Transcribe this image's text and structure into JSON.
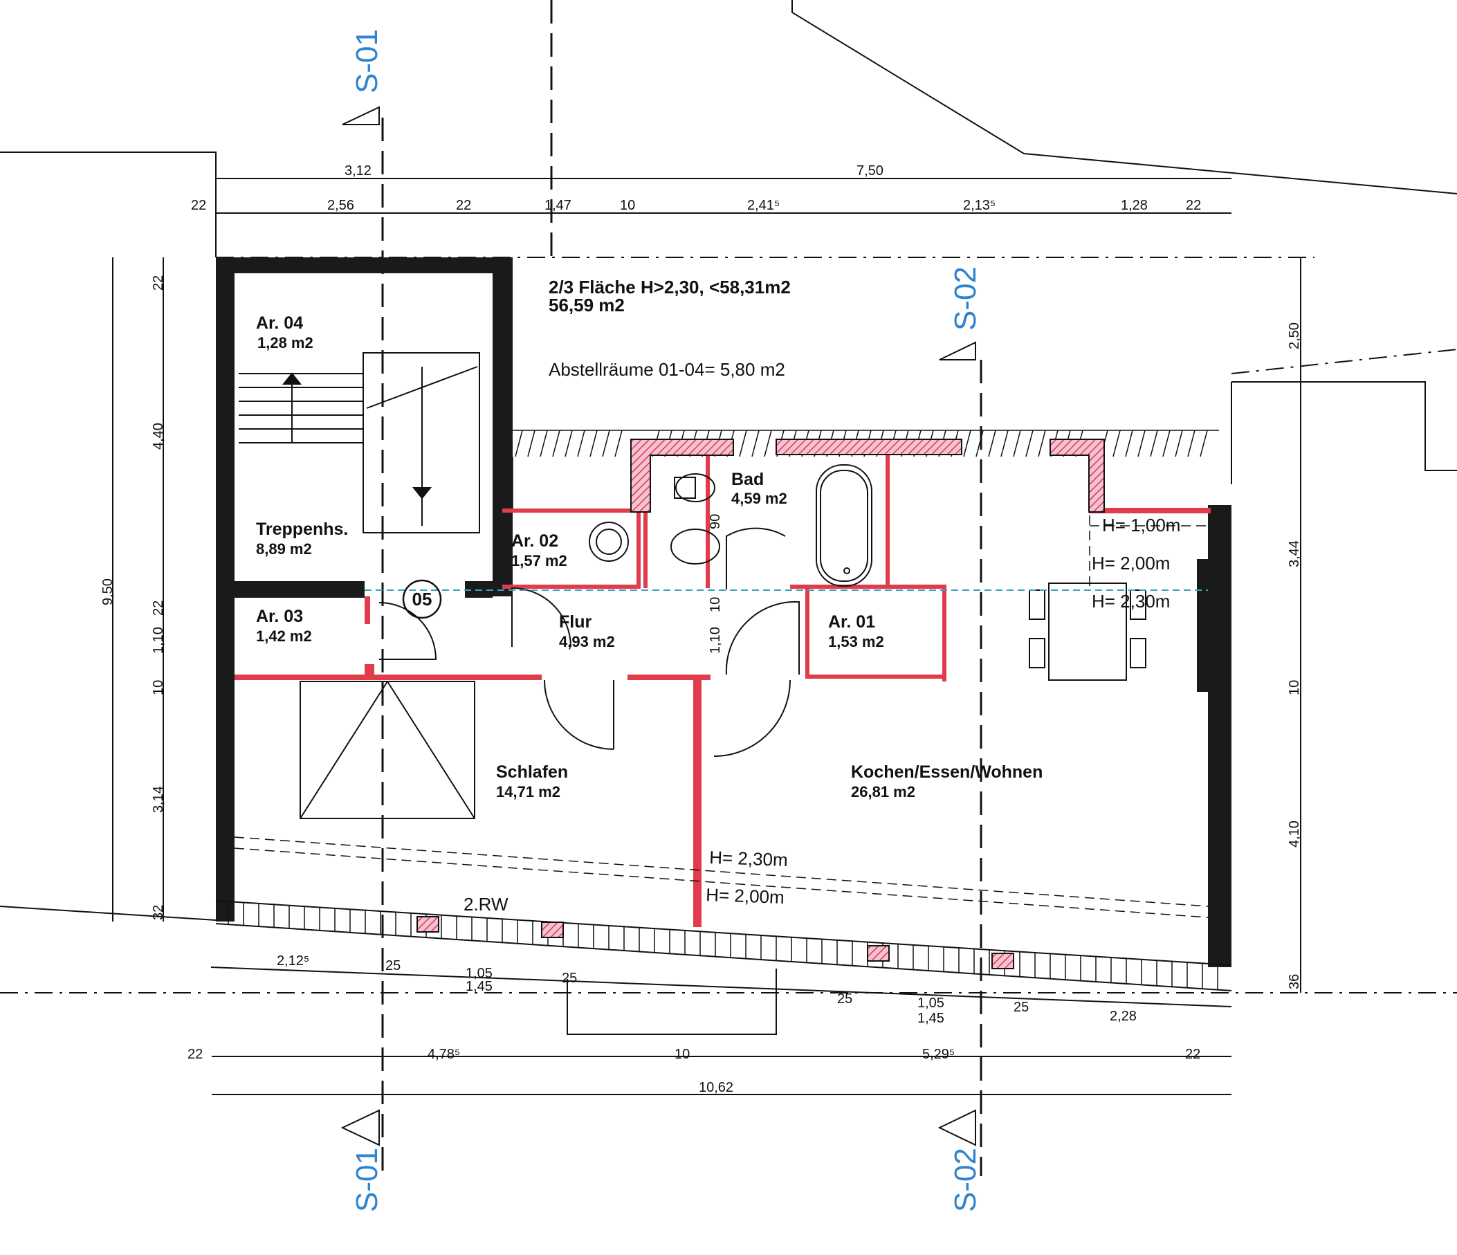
{
  "colors": {
    "wall": "#1a1a1a",
    "partition": "#e23b4b",
    "hatch": "#e86a8a",
    "section_marker": "#2f84cf",
    "dashed_line": "#3aa1c2"
  },
  "summary": {
    "line1": "2/3 Fläche H>2,30, <58,31m2",
    "line2": "56,59 m2",
    "storage": "Abstellräume 01-04= 5,80 m2"
  },
  "rooms": {
    "ar04": {
      "name": "Ar. 04",
      "area": "1,28 m2"
    },
    "treppenhaus": {
      "name": "Treppenhs.",
      "area": "8,89 m2"
    },
    "ar02": {
      "name": "Ar. 02",
      "area": "1,57 m2"
    },
    "bad": {
      "name": "Bad",
      "area": "4,59 m2"
    },
    "ar03": {
      "name": "Ar. 03",
      "area": "1,42 m2"
    },
    "flur": {
      "name": "Flur",
      "area": "4,93 m2"
    },
    "ar01": {
      "name": "Ar. 01",
      "area": "1,53 m2"
    },
    "schlafen": {
      "name": "Schlafen",
      "area": "14,71 m2"
    },
    "kochen": {
      "name": "Kochen/Essen/Wohnen",
      "area": "26,81 m2"
    }
  },
  "unit_number": "05",
  "window_label": "2.RW",
  "heights": {
    "h100": "H= 1,00m",
    "h200": "H= 2,00m",
    "h230": "H= 2,30m",
    "h230b": "H= 2,30m",
    "h200b": "H= 2,00m"
  },
  "sections": {
    "s01": "S-01",
    "s02": "S-02"
  },
  "dims_top": {
    "d312": "3,12",
    "d750": "7,50",
    "d22a": "22",
    "d256": "2,56",
    "d22b": "22",
    "d147": "1,47",
    "d10": "10",
    "d2415": "2,41⁵",
    "d2135": "2,13⁵",
    "d128": "1,28",
    "d22c": "22"
  },
  "dims_left": {
    "d22": "22",
    "d440": "4,40",
    "d950": "9,50",
    "d22b": "22",
    "d110": "1,10",
    "d10": "10",
    "d314": "3,14",
    "d32": "32"
  },
  "dims_right": {
    "d250": "2,50",
    "d344": "3,44",
    "d10": "10",
    "d410": "4,10",
    "d36": "36"
  },
  "dims_inner": {
    "d90": "90",
    "d10": "10",
    "d110": "1,10"
  },
  "dims_bottom": {
    "d2125": "2,12⁵",
    "d25a": "25",
    "d105a": "1,05",
    "d145a": "1,45",
    "d25b": "25",
    "d25c": "25",
    "d105b": "1,05",
    "d145b": "1,45",
    "d25d": "25",
    "d228": "2,28",
    "d22a": "22",
    "d4785": "4,78⁵",
    "d10": "10",
    "d5295": "5,29⁵",
    "d22b": "22",
    "d1062": "10,62"
  }
}
